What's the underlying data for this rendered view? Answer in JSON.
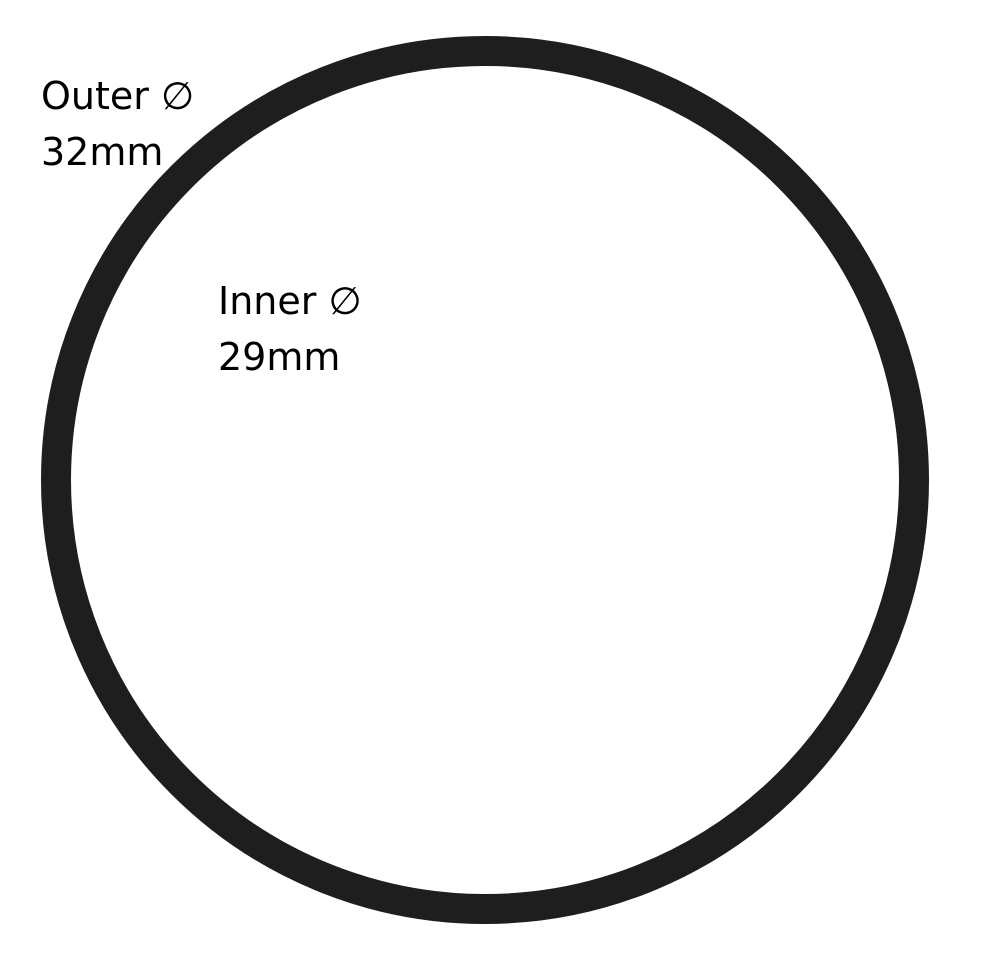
{
  "diagram": {
    "outer": {
      "title": "Outer ∅",
      "value": "32mm"
    },
    "inner": {
      "title": "Inner ∅",
      "value": "29mm"
    },
    "ring_color": "#1e1e1e",
    "background_color": "#ffffff"
  }
}
